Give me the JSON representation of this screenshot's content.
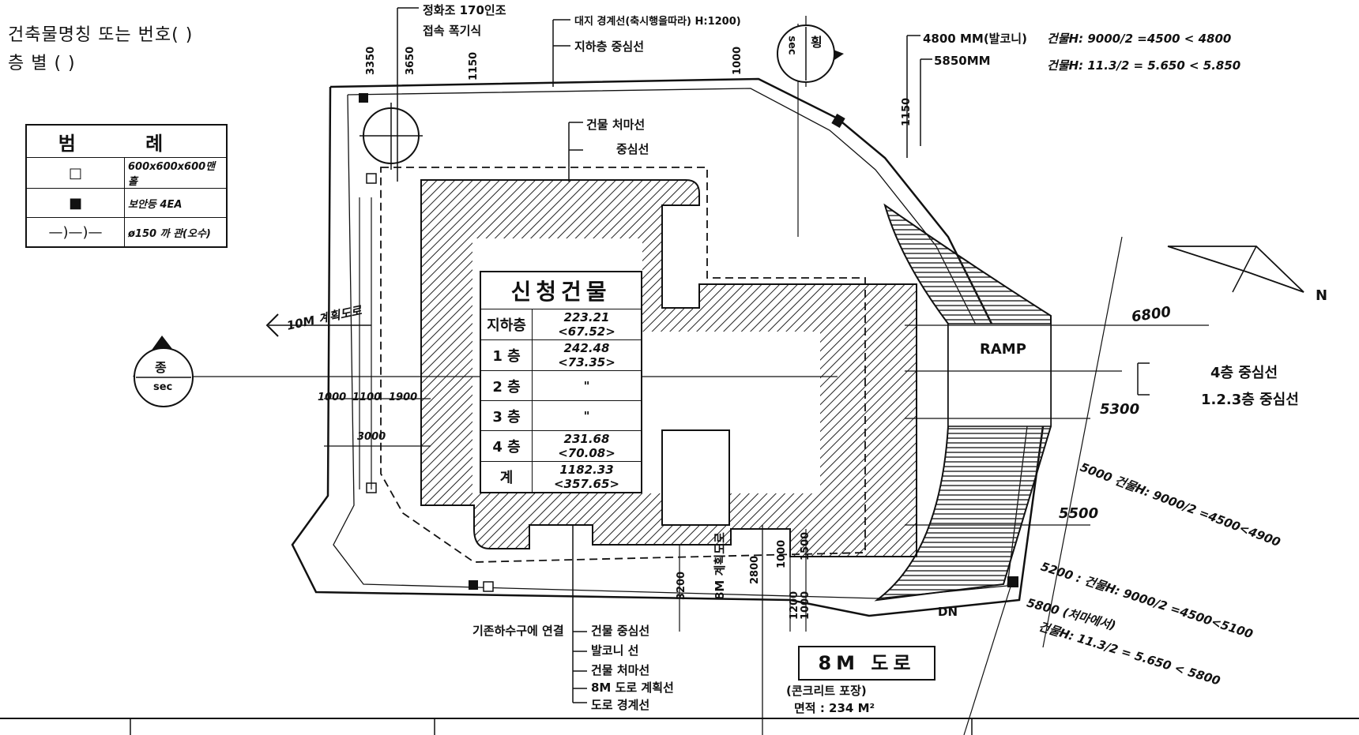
{
  "header": {
    "building_label": "건축물명칭 또는 번호(        )",
    "floor_label": "층        별                    (        )"
  },
  "legend": {
    "title": "범 례",
    "rows": [
      {
        "symbol": "□",
        "text": "600x600x600맨홀"
      },
      {
        "symbol": "■",
        "text": "보안등 4EA"
      },
      {
        "symbol": "—)—)—",
        "text": "ø150 까 관(오수)"
      }
    ]
  },
  "area_table": {
    "title": "신청건물",
    "rows": [
      {
        "floor": "지하층",
        "value": "223.21 <67.52>"
      },
      {
        "floor": "1 층",
        "value": "242.48 <73.35>"
      },
      {
        "floor": "2 층",
        "value": "\""
      },
      {
        "floor": "3 층",
        "value": "\""
      },
      {
        "floor": "4 층",
        "value": "231.68 <70.08>"
      },
      {
        "floor": "계",
        "value": "1182.33 <357.65>"
      }
    ]
  },
  "labels": {
    "tree": "정화조 170인조",
    "tree2": "접속 폭기식",
    "boundary_top": "대지 경계선(축시행을따라) H:1200)",
    "basement_center": "지하층 중심선",
    "wall_line": "건물 처마선",
    "center_line": "중심선",
    "balcony": "4800 MM(발코니)",
    "dim_5850": "5850MM",
    "calc1": "건물H: 9000/2 =4500 < 4800",
    "calc2": "건물H: 11.3/2 = 5.650 < 5.850",
    "road_10m": "10M 계획도로",
    "ramp": "RAMP",
    "floor4_center": "4층 중심선",
    "floor123_center": "1.2.3층 중심선",
    "dim_6800": "6800",
    "dim_5300": "5300",
    "dim_5000": "5000  건물H: 9000/2 =4500<4900",
    "dim_5500": "5500",
    "dim_5200": "5200 : 건물H: 9000/2 =4500<5100",
    "dim_5800": "5800 (처마에서)",
    "calc5800": "건물H: 11.3/2 = 5.650 < 5800",
    "dn": "DN",
    "sewer": "기존하수구에 연결",
    "bottom_lines": [
      "건물 중심선",
      "발코니 선",
      "건물 처마선",
      "8M 도로 계획선",
      "도로 경계선"
    ],
    "road_8m": "8M 도로",
    "road_8m_plan": "8M 계획도로",
    "pavement": "(콘크리트 포장)",
    "area": "면적 : 234 M²",
    "sec_left": "종",
    "sec_left2": "sec",
    "sec_top": "횡",
    "sec_top2": "sec",
    "north": "N",
    "dims_top": [
      "3350",
      "3650",
      "1150",
      "1000",
      "1150"
    ],
    "dims_left": [
      "1000",
      "1100",
      "1900",
      "3000"
    ],
    "dims_bottom": [
      "3200",
      "2800",
      "1000",
      "1200",
      "1500",
      "1000"
    ]
  }
}
